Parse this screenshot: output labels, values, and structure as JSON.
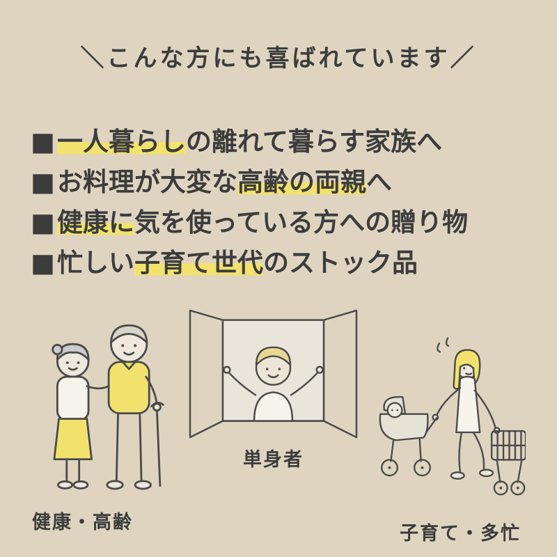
{
  "colors": {
    "bg": "#ded4c0",
    "text": "#3c3c3c",
    "highlight": "#f1e26e",
    "accent-yellow": "#f2e26d",
    "line": "#4a4a4a",
    "window-gray": "#eae5da"
  },
  "heading": "＼こんな方にも喜ばれています／",
  "bullet_marker": "■",
  "bullets": [
    {
      "pre": "",
      "hl": "一人暮らし",
      "post": "の離れて暮らす家族へ"
    },
    {
      "pre": "お料理が大変な",
      "hl": "高齢の両親",
      "post": "へ"
    },
    {
      "pre": "",
      "hl": "健康に",
      "post": "気を使っている方への贈り物"
    },
    {
      "pre": "忙しい",
      "hl": "子育て世代",
      "post": "のストック品"
    }
  ],
  "captions": {
    "elderly": "健康・高齢",
    "single": "単身者",
    "parenting": "子育て・多忙"
  }
}
